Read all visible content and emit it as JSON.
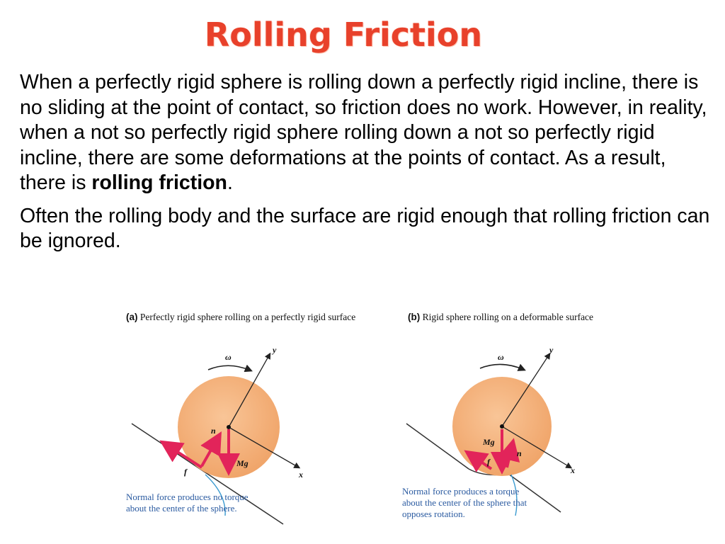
{
  "title": "Rolling Friction",
  "paragraph1": {
    "pre": "When a perfectly rigid sphere is rolling down a perfectly rigid incline, there is no sliding at the point of contact, so friction does no work. However, in reality, when a not so perfectly rigid sphere rolling down a not so perfectly rigid incline, there are some deformations at the points of contact. As a result, there is ",
    "bold": "rolling friction",
    "post": "."
  },
  "paragraph2": "Often the rolling body and the surface are rigid enough that rolling friction can be ignored.",
  "figure_a": {
    "caption_tag": "(a)",
    "caption": "Perfectly rigid sphere rolling on a perfectly rigid surface",
    "note": "Normal force produces no torque about the center of the sphere.",
    "labels": {
      "omega": "ω",
      "y": "y",
      "x": "x",
      "n": "n",
      "Mg": "Mg",
      "f": "f"
    }
  },
  "figure_b": {
    "caption_tag": "(b)",
    "caption": "Rigid sphere rolling on a deformable surface",
    "note": "Normal force produces a torque about the center of the sphere that opposes rotation.",
    "labels": {
      "omega": "ω",
      "y": "y",
      "x": "x",
      "n": "n",
      "Mg": "Mg",
      "f": "f"
    }
  },
  "colors": {
    "title": "#e8412b",
    "sphere": "#f5b27a",
    "force_arrow": "#e2245a",
    "note_text": "#2a5aa0",
    "pointer_line": "#3a9ad0"
  }
}
